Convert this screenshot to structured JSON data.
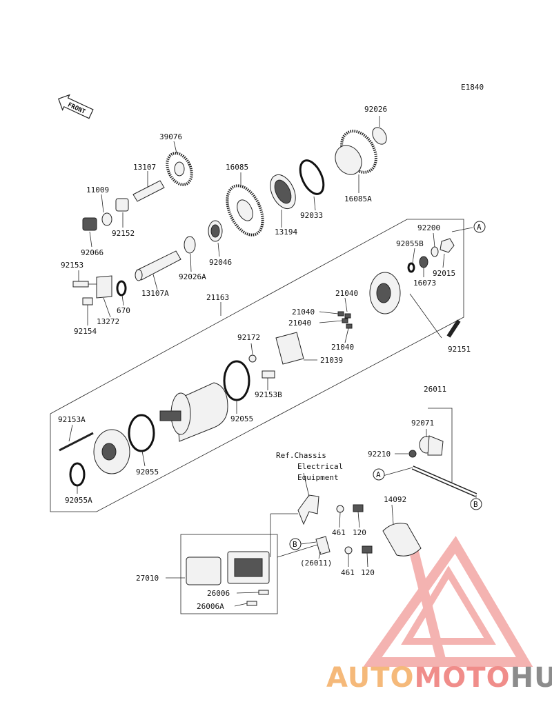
{
  "diagram_code": "E1840",
  "front_label": "FRONT",
  "callouts": {
    "A": "A",
    "B": "B"
  },
  "parts": [
    {
      "key": "p92026",
      "text": "92026"
    },
    {
      "key": "p39076",
      "text": "39076"
    },
    {
      "key": "p13107",
      "text": "13107"
    },
    {
      "key": "p16085",
      "text": "16085"
    },
    {
      "key": "p11009",
      "text": "11009"
    },
    {
      "key": "p92152",
      "text": "92152"
    },
    {
      "key": "p92066",
      "text": "92066"
    },
    {
      "key": "p92033",
      "text": "92033"
    },
    {
      "key": "p16085A",
      "text": "16085A"
    },
    {
      "key": "p13194",
      "text": "13194"
    },
    {
      "key": "p92046",
      "text": "92046"
    },
    {
      "key": "p92026A",
      "text": "92026A"
    },
    {
      "key": "p92200",
      "text": "92200"
    },
    {
      "key": "p92055B",
      "text": "92055B"
    },
    {
      "key": "p92015",
      "text": "92015"
    },
    {
      "key": "p16073",
      "text": "16073"
    },
    {
      "key": "p92153",
      "text": "92153"
    },
    {
      "key": "p13107A",
      "text": "13107A"
    },
    {
      "key": "p670",
      "text": "670"
    },
    {
      "key": "p13272",
      "text": "13272"
    },
    {
      "key": "p92154",
      "text": "92154"
    },
    {
      "key": "p21163",
      "text": "21163"
    },
    {
      "key": "p21040a",
      "text": "21040"
    },
    {
      "key": "p21040b",
      "text": "21040"
    },
    {
      "key": "p21040c",
      "text": "21040"
    },
    {
      "key": "p21040d",
      "text": "21040"
    },
    {
      "key": "p92172",
      "text": "92172"
    },
    {
      "key": "p21039",
      "text": "21039"
    },
    {
      "key": "p92151",
      "text": "92151"
    },
    {
      "key": "p92153B",
      "text": "92153B"
    },
    {
      "key": "p92055",
      "text": "92055"
    },
    {
      "key": "p92153A",
      "text": "92153A"
    },
    {
      "key": "p92055b2",
      "text": "92055"
    },
    {
      "key": "p92055A",
      "text": "92055A"
    },
    {
      "key": "p26011",
      "text": "26011"
    },
    {
      "key": "p92071",
      "text": "92071"
    },
    {
      "key": "p92210",
      "text": "92210"
    },
    {
      "key": "p14092",
      "text": "14092"
    },
    {
      "key": "p461a",
      "text": "461"
    },
    {
      "key": "p120a",
      "text": "120"
    },
    {
      "key": "p26011p",
      "text": "(26011)"
    },
    {
      "key": "p461b",
      "text": "461"
    },
    {
      "key": "p120b",
      "text": "120"
    },
    {
      "key": "p27010",
      "text": "27010"
    },
    {
      "key": "p26006",
      "text": "26006"
    },
    {
      "key": "p26006A",
      "text": "26006A"
    }
  ],
  "reference_note": {
    "line1": "Ref.Chassis",
    "line2": "Electrical",
    "line3": "Equipment"
  },
  "watermark": {
    "part1": "AUTO",
    "part2": "MOTO",
    "part3": "HUB",
    "colors": {
      "part1": "#f5b97a",
      "part2": "#f08d8a",
      "part3": "#8c8c8c",
      "logo": "#f19a97"
    }
  }
}
